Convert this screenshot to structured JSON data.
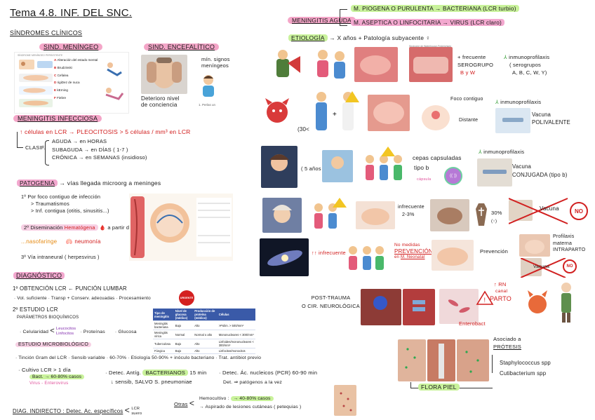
{
  "title": "Tema 4.8. INF. DEL SNC.",
  "sindromes_clinicos": "SÍNDROMES CLÍNICOS",
  "sind_meningeo": {
    "label": "SIND. MENÍNGEO",
    "card_title": "SÍNDROME MENÍNGEO PERSISTENTE",
    "items": [
      {
        "letter": "A",
        "text": "Alteración del estado mental"
      },
      {
        "letter": "B",
        "text": "Brudzinski"
      },
      {
        "letter": "C",
        "text": "Cefalea"
      },
      {
        "letter": "D",
        "text": "rigiDez de nuca"
      },
      {
        "letter": "E",
        "text": "kErning"
      },
      {
        "letter": "F",
        "text": "Fiebre"
      }
    ]
  },
  "sind_encefalitico": {
    "label": "SIND. ENCEFALÍTICO",
    "caption_1": "Deterioro nivel",
    "caption_2": "de conciencia",
    "note_1": "mín. signos",
    "note_2": "meníngeos",
    "icon_caption": "1. Perlas un"
  },
  "meningitis_infecciosa": {
    "label": "MENINGITIS INFECCIOSA",
    "line1": "↑ células en LCR → PLEOCITOSIS > 5 células / mm³ en LCR",
    "clasif": "CLASIF.",
    "clasif_items": [
      "AGUDA → en HORAS",
      "SUBAGUDA → en DÍAS ( 1-7 )",
      "CRÓNICA → en SEMANAS (insidioso)"
    ]
  },
  "patogenia": {
    "label": "PATOGENIA",
    "intro": "→ vías llegada microorg a meninges",
    "item1": "1º Por foco contiguo de infección",
    "item1_sub": [
      "Traumatismos",
      "Inf. contigua (otitis, sinusitis...)"
    ],
    "item2_prefix": "2º Diseminación",
    "item2_hema": "Hematógena",
    "item2_suffix": "a partir de :",
    "item2_naso": "nasofaringe",
    "item2_neumonia": "neumonía",
    "item3": "3º Vía intraneural ( herpesvirus )"
  },
  "diagnostico": {
    "label": "DIAGNÓSTICO",
    "obtencion": "1º OBTENCIÓN LCR ← PUNCIÓN LUMBAR",
    "obtencion_sub": "· Vol. suficiente   · Transp + Conserv. adecuadas   · Procesamiento",
    "urgente": "URGENTE",
    "estudio": "2º ESTUDIO LCR",
    "parametros": "PARÁMETROS BIOQUÍMICOS",
    "celularidad": "· Celularidad",
    "leucocitos": "Leucocitos",
    "linfocitos": "Linfocitos",
    "proteinas": "· Proteínas",
    "glucosa": "· Glucosa",
    "microbiologico": "ESTUDIO MICROBIOLÓGICO",
    "tincion": "· Tinción Gram del LCR  · Sensib variable · 60-70%  · Etiología 50-90%  + inóculo bacteriano  · Trat. antibiot previo",
    "cultivo": "· Cultivo LCR  > 1 día",
    "cultivo_bact": "Bact. → 60-80% casos",
    "cultivo_virus": "Virus - Enterovirus",
    "antig_pre": "· Detec. Antíg.",
    "antig_bact": "BACTERIANOS",
    "antig_suf": "15 min",
    "antig_sub": "↓ sensib, SALVO S. pneumoniae",
    "acnuc": "· Detec. Ác. nucleicos (PCR) 60-90 min",
    "acnuc_sub": "Det. ⇒ patógenos a la vez",
    "indirecto": "DIAG. INDIRECTO : Detec. Ac. específicos",
    "indirecto_lcr": "LCR",
    "indirecto_suero": "suero",
    "otras": "Otras",
    "hemocultivo_pre": "Hemocultivo :",
    "hemocultivo_val": "→ 40-80% casos",
    "aspirado": "→ Aspirado de lesiones cutáneas ( petequias )"
  },
  "lcr_table": {
    "headers": [
      "Tipo de meningitis",
      "Nivel de glucosa (médico)",
      "Producción de proteína (médico)",
      "Células"
    ],
    "rows": [
      [
        "Meningitis bacteriana",
        "Bajo",
        "Alto",
        "&gt;Polim. &gt; 500/mm³"
      ],
      [
        "Meningitis vírica",
        "Normal",
        "Normal o alto",
        "Mononucleares &lt; 300/mm³"
      ],
      [
        "Tuberculosa",
        "Bajo",
        "Alto",
        "Linfoides/mononucleares &lt; 300/mm³"
      ],
      [
        "Fúngica",
        "Bajo",
        "Alto",
        "Linfocitos/monocitos"
      ]
    ]
  },
  "meningitis_aguda": {
    "label": "MENINGITIS AGUDA",
    "m_piogena": "M. PIOGENA O PURULENTA → BACTERIANA (LCR turbio)",
    "m_aseptica": "M. ASEPTICA O LINFOCITARIA → VIRUS (LCR claro)"
  },
  "etiologia": {
    "label": "ETIOLOGÍA",
    "intro": "→ X años + Patología subyacente",
    "img_caption": "Síndrome de Waterhouse-Friderichsen",
    "row1_freq": "+ frecuente",
    "row1_serogrupo": "SEROGRUPO",
    "row1_bw": "B y W",
    "row1_immuno": "inmunoprofilaxis",
    "row1_serogrupos": "( serogrupos",
    "row1_list": "A, B, C, W, Y)",
    "row2_age": "(30<",
    "row2_foco": "Foco contiguo",
    "row2_distante": "Distante",
    "row2_immuno": "inmunoprofilaxis",
    "row2_vacuna": "Vacuna",
    "row2_polivalente": "POLIVALENTE",
    "row3_age": "( 5 años )",
    "row3_cepas": "cepas capsuladas",
    "row3_tipo": "tipo b",
    "row3_capsula": "cápsula",
    "row3_capsula_icon": "(( ))",
    "row3_immuno": "inmunoprofilaxis",
    "row3_vacuna": "Vacuna",
    "row3_conjugada": "CONJUGADA (tipo b)",
    "row4_infrecuente": "infrecuente",
    "row4_ratio": "2-3%",
    "row4_mort": "30%",
    "row4_mort2": "(↑)",
    "row4_vacuna": "Vacuna",
    "row4_no": "NO",
    "row5_infrecuente": "↑↑ infrecuente",
    "row5_no_medidas": "No medidas",
    "row5_prevencion": "PREVENCIÓN",
    "row5_m_neonatal_pre": "en",
    "row5_m_neonatal": "M. Neonatal",
    "row5_prev": "Prevención",
    "row5_profilaxis": "Profilaxis",
    "row5_materna": "materna",
    "row5_intraparto": "INTRAPARTO",
    "row5_vacuna": "Vacuna",
    "row5_no": "NO",
    "post_trauma": "POST-TRAUMA",
    "cir": "O CIR. NEUROLÓGICA",
    "enterobact": "Enterobact",
    "rn_1": "RN",
    "rn_2": "canal",
    "rn_3": "PARTO",
    "asociado": "Asociado a",
    "protesis": "PRÓTESIS",
    "staph": "Staphylococcus spp",
    "cutibacterium": "Cutibacterium spp",
    "flora_piel": "FLORA PIEL"
  },
  "colors": {
    "pink_highlight": "#f4a6c8",
    "green_highlight": "#c9f29b",
    "red_text": "#d11b1b",
    "purple_text": "#7a1fa8",
    "green_text": "#2e9a2e"
  }
}
